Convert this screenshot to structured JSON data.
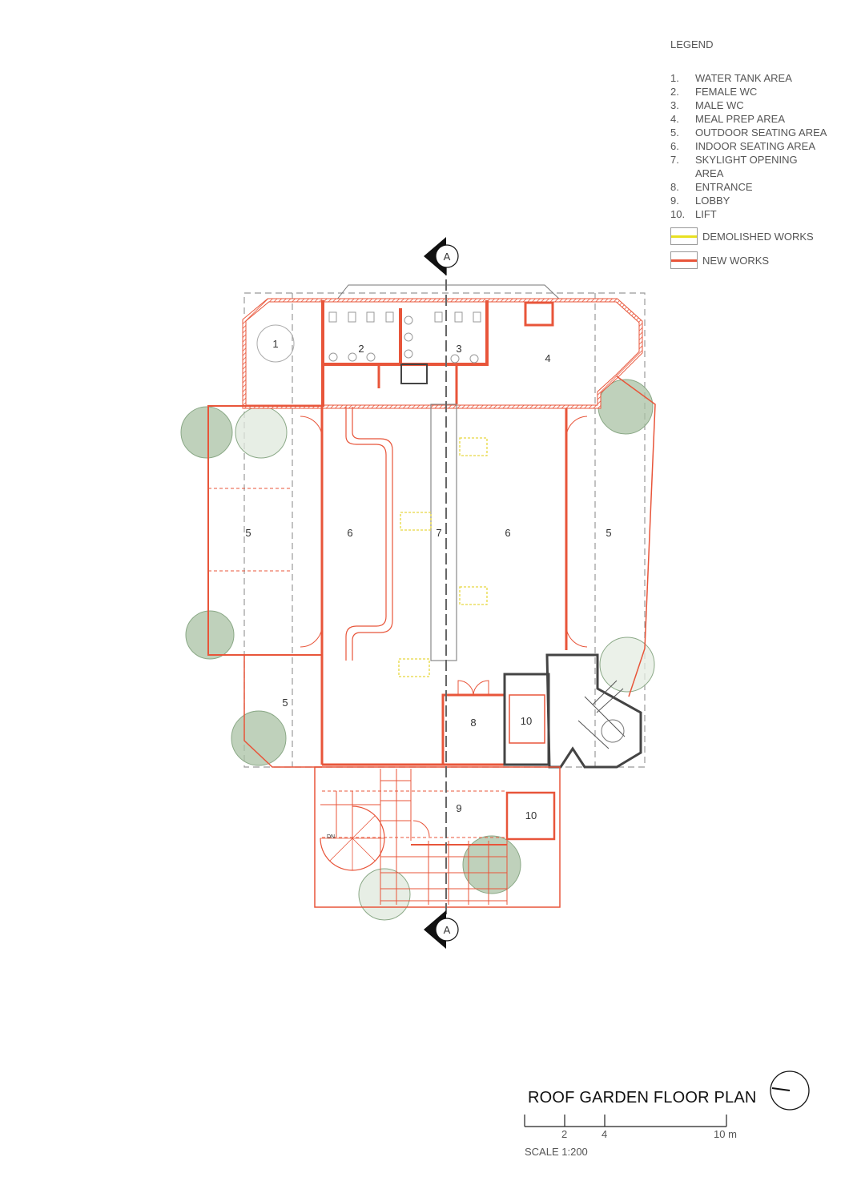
{
  "legend": {
    "title": "LEGEND",
    "items": [
      {
        "num": "1.",
        "label": "WATER TANK AREA"
      },
      {
        "num": "2.",
        "label": "FEMALE WC"
      },
      {
        "num": "3.",
        "label": "MALE WC"
      },
      {
        "num": "4.",
        "label": "MEAL PREP AREA"
      },
      {
        "num": "5.",
        "label": "OUTDOOR SEATING AREA"
      },
      {
        "num": "6.",
        "label": "INDOOR SEATING AREA"
      },
      {
        "num": "7.",
        "label": "SKYLIGHT OPENING AREA"
      },
      {
        "num": "8.",
        "label": "ENTRANCE"
      },
      {
        "num": "9.",
        "label": "LOBBY"
      },
      {
        "num": "10.",
        "label": "LIFT"
      }
    ],
    "keys": [
      {
        "label": "DEMOLISHED WORKS",
        "color": "#e8e020"
      },
      {
        "label": "NEW WORKS",
        "color": "#e8553a"
      }
    ]
  },
  "plan": {
    "section_marker": "A",
    "stair_label": "DN",
    "room_tags": {
      "water_tank": "1",
      "female_wc": "2",
      "male_wc": "3",
      "meal_prep": "4",
      "outdoor_left": "5",
      "indoor_left": "6",
      "skylight": "7",
      "indoor_right": "6",
      "outdoor_right": "5",
      "outdoor_lower": "5",
      "entrance": "8",
      "lift_upper": "10",
      "lobby": "9",
      "lift_lower": "10"
    }
  },
  "title": "ROOF GARDEN FLOOR PLAN",
  "scale": {
    "label": "SCALE 1:200",
    "ticks": [
      "2",
      "4",
      "10 m"
    ]
  },
  "colors": {
    "new": "#e8553a",
    "demolished": "#e8d840",
    "existing": "#555555",
    "tree": "#9fb89a"
  }
}
